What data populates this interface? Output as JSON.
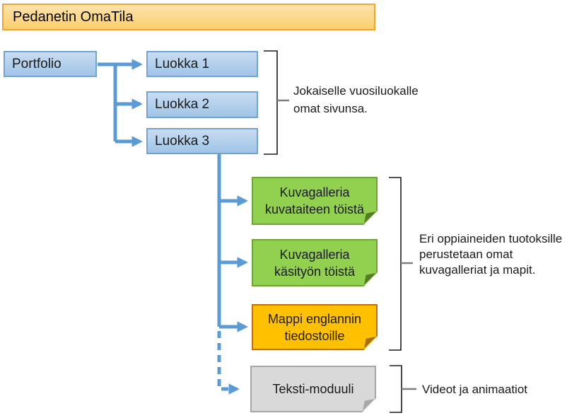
{
  "banner": {
    "label": "Pedanetin OmaTila"
  },
  "boxes": {
    "portfolio": {
      "label": "Portfolio"
    },
    "luokka1": {
      "label": "Luokka 1"
    },
    "luokka2": {
      "label": "Luokka 2"
    },
    "luokka3": {
      "label": "Luokka 3"
    },
    "gallery_art": {
      "line1": "Kuvagalleria",
      "line2": "kuvataiteen töistä"
    },
    "gallery_craft": {
      "line1": "Kuvagalleria",
      "line2": "käsityön töistä"
    },
    "folder_english": {
      "line1": "Mappi englannin",
      "line2": "tiedostoille"
    },
    "text_module": {
      "label": "Teksti-moduuli"
    }
  },
  "annotations": {
    "grades": {
      "line1": "Jokaiselle vuosiluokalle",
      "line2": "omat sivunsa."
    },
    "subjects": {
      "text": "Eri oppiaineiden tuotoksille perustetaan omat kuvagalleriat ja mapit."
    },
    "videos": {
      "text": "Videot ja animaatiot"
    }
  },
  "colors": {
    "connector_blue": "#5B9BD5",
    "banner_fill_top": "#FCE3AC",
    "banner_fill_bottom": "#FCCF6C",
    "banner_border": "#F0A633",
    "blue_fill_top": "#C8DDF1",
    "blue_fill_bottom": "#A0C4E7",
    "blue_border": "#74A2D1",
    "green_fill": "#92D050",
    "green_border": "#6CA436",
    "green_fold": "#557B25",
    "orange_fill": "#FFC000",
    "orange_border": "#BC6E1E",
    "orange_fold": "#A5700E",
    "gray_fill": "#D9D9D9",
    "gray_border": "#A6A6A6",
    "gray_fold": "#A9A9A9",
    "bracket": "#1a1a1a",
    "tick": "#7F7F7F"
  }
}
